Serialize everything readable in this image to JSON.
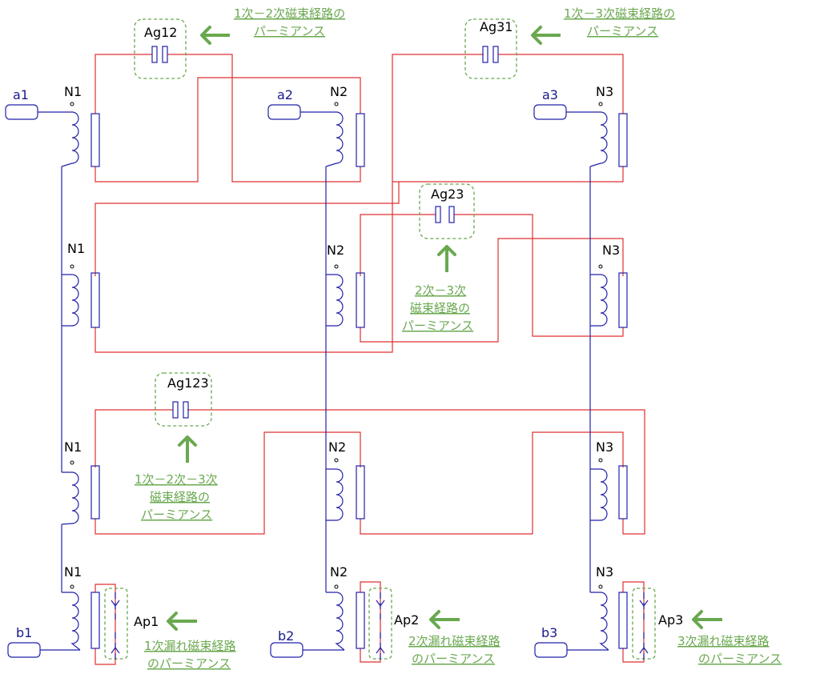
{
  "labels": {
    "Ag12": "Ag12",
    "Ag31": "Ag31",
    "Ag23": "Ag23",
    "Ag123": "Ag123",
    "Ap1": "Ap1",
    "Ap2": "Ap2",
    "Ap3": "Ap3",
    "N1": "N1",
    "N2": "N2",
    "N3": "N3",
    "a1": "a1",
    "a2": "a2",
    "a3": "a3",
    "b1": "b1",
    "b2": "b2",
    "b3": "b3"
  },
  "annotations": {
    "ag12_l1": "1次－2次磁束経路の",
    "ag12_l2": "パーミアンス",
    "ag31_l1": "1次－3次磁束経路の",
    "ag31_l2": "パーミアンス",
    "ag23_l1": "2次－3次",
    "ag23_l2": "磁束経路の",
    "ag23_l3": "パーミアンス",
    "ag123_l1": "1次－2次－3次",
    "ag123_l2": "磁束経路の",
    "ag123_l3": "パーミアンス",
    "ap1_l1": "1次漏れ磁束経路",
    "ap1_l2": "のパーミアンス",
    "ap2_l1": "2次漏れ磁束経路",
    "ap2_l2": "のパーミアンス",
    "ap3_l1": "3次漏れ磁束経路",
    "ap3_l2": "のパーミアンス"
  },
  "colors": {
    "core_path": "#e03030",
    "winding": "#2222aa",
    "annotation": "#6aa84f"
  }
}
